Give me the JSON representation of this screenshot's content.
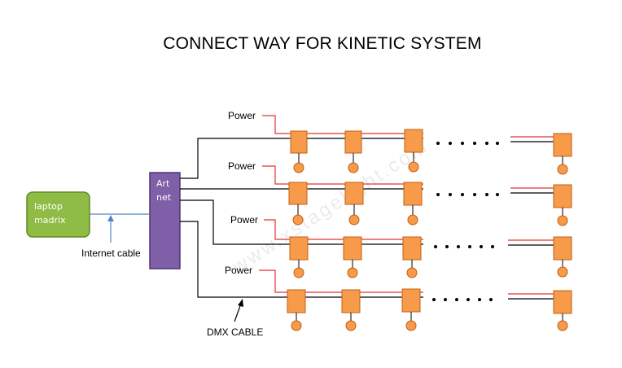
{
  "title": "CONNECT WAY FOR KINETIC SYSTEM",
  "laptop": {
    "line1": "laptop",
    "line2": "madrix"
  },
  "artnet": {
    "line1": "Art",
    "line2": "net"
  },
  "internet_cable_label": "Internet cable",
  "dmx_cable_label": "DMX CABLE",
  "power_label": "Power",
  "watermark": "www.xstagelight.com",
  "colors": {
    "laptop_fill": "#8fbc45",
    "laptop_stroke": "#5e8a2a",
    "artnet_fill": "#7e5fa8",
    "artnet_stroke": "#4f3577",
    "fixture_fill": "#f79a4a",
    "fixture_stroke": "#c06015",
    "power_line": "#e53030",
    "internet_line": "#4f86c6",
    "dmx_line": "#000000"
  }
}
